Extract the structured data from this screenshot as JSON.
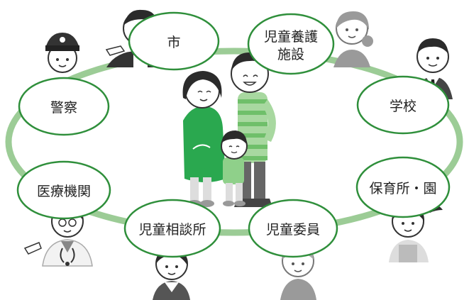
{
  "colors": {
    "ring": "#9ccc96",
    "node_border": "#2f8f3b",
    "node_fill": "#ffffff",
    "mother_dress": "#2aa84f",
    "father_shirt_light": "#a8d8a0",
    "father_shirt_dark": "#6fbf6a",
    "child_shirt": "#8fd08a",
    "skin": "#ffffff",
    "hair": "#2b2b2b",
    "gray_figure": "#9a9a9a"
  },
  "nodes": {
    "city": "市",
    "childcare_facility_line1": "児童養護",
    "childcare_facility_line2": "施設",
    "school": "学校",
    "nursery": "保育所・園",
    "commissioner": "児童委員",
    "consultation_center": "児童相談所",
    "medical": "医療機関",
    "police": "警察"
  },
  "icons": {
    "center": "family-icon",
    "city": "city-official-icon",
    "childcare_facility": "caregiver-icon",
    "school": "teacher-icon",
    "nursery": "nursery-worker-icon",
    "commissioner": "elder-commissioner-icon",
    "consultation_center": "counselor-icon",
    "medical": "doctor-icon",
    "police": "police-officer-icon"
  }
}
